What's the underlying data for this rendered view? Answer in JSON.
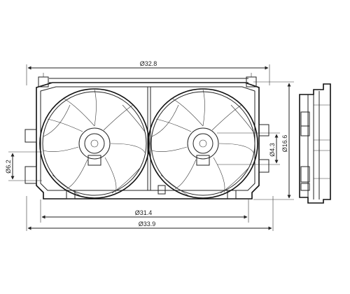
{
  "dimensions": {
    "top_width": "Ø32.8",
    "right_height": "Ø16.6",
    "center_height": "Ø4.3",
    "left_height": "Ø6.2",
    "inner_width": "Ø31.4",
    "overall_width": "Ø33.9"
  }
}
